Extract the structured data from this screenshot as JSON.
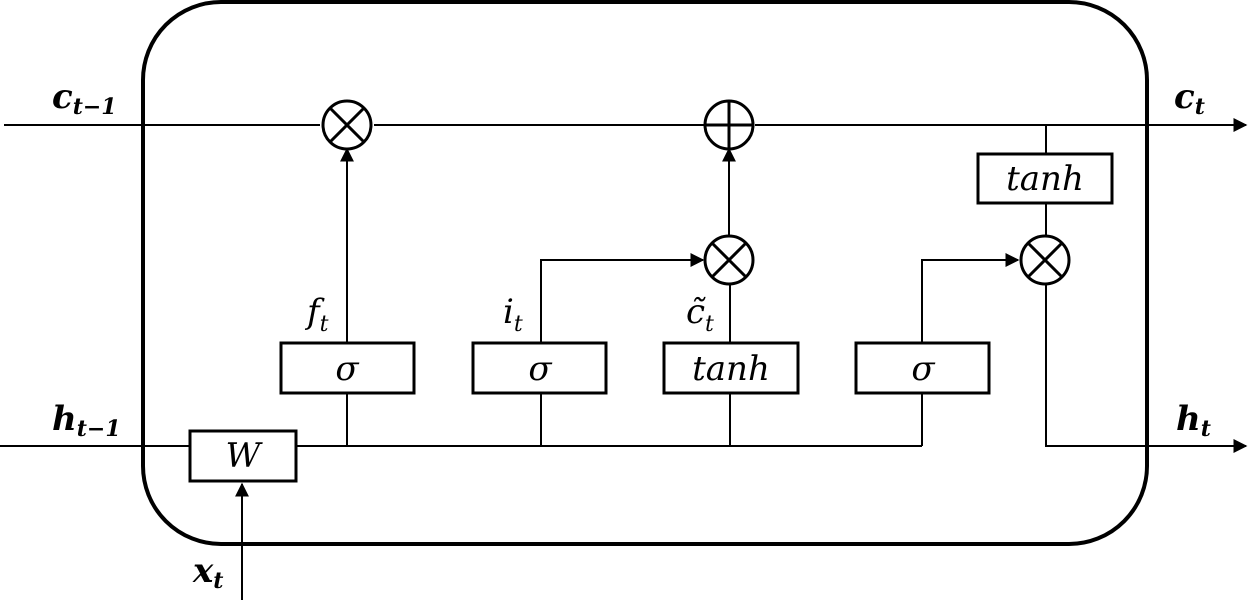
{
  "inputs": {
    "c_prev": {
      "base": "c",
      "sub": "t−1"
    },
    "h_prev": {
      "base": "h",
      "sub": "t−1"
    },
    "x": {
      "base": "x",
      "sub": "t"
    }
  },
  "outputs": {
    "c": {
      "base": "c",
      "sub": "t"
    },
    "h": {
      "base": "h",
      "sub": "t"
    }
  },
  "gates": {
    "forget": {
      "label": "σ",
      "out_base": "f",
      "out_sub": "t"
    },
    "input": {
      "label": "σ",
      "out_base": "i",
      "out_sub": "t"
    },
    "candidate": {
      "label": "tanh",
      "out_base": "c̃",
      "out_sub": "t"
    },
    "output": {
      "label": "σ"
    }
  },
  "weight": {
    "label": "W"
  },
  "cell_tanh": {
    "label": "tanh"
  }
}
